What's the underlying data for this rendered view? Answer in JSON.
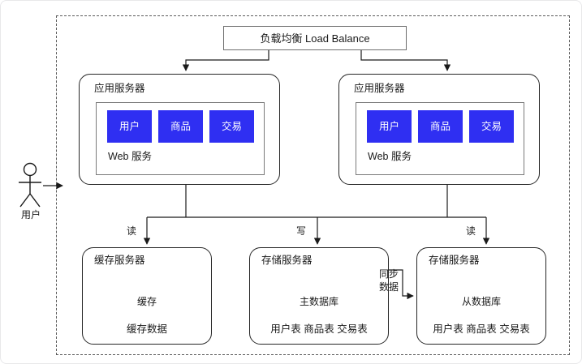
{
  "diagram": {
    "title_text": "负载均衡 Load Balance",
    "boundary_name": "system-boundary",
    "accent_color": "#2f2ff2",
    "line_color": "#262626"
  },
  "actor": {
    "label": "用户"
  },
  "load_balancer": {
    "label": "负载均衡 Load Balance"
  },
  "app_servers": [
    {
      "title": "应用服务器",
      "panel_label": "Web 服务",
      "services": [
        "用户",
        "商品",
        "交易"
      ]
    },
    {
      "title": "应用服务器",
      "panel_label": "Web 服务",
      "services": [
        "用户",
        "商品",
        "交易"
      ]
    }
  ],
  "stores": [
    {
      "title": "缓存服务器",
      "cylinder_label": "缓存",
      "footer": "缓存数据"
    },
    {
      "title": "存储服务器",
      "cylinder_label": "主数据库",
      "footer": "用户表 商品表 交易表"
    },
    {
      "title": "存储服务器",
      "cylinder_label": "从数据库",
      "footer": "用户表 商品表 交易表"
    }
  ],
  "edge_labels": {
    "read_left": "读",
    "write": "写",
    "read_right": "读",
    "sync_line1": "同步",
    "sync_line2": "数据"
  }
}
